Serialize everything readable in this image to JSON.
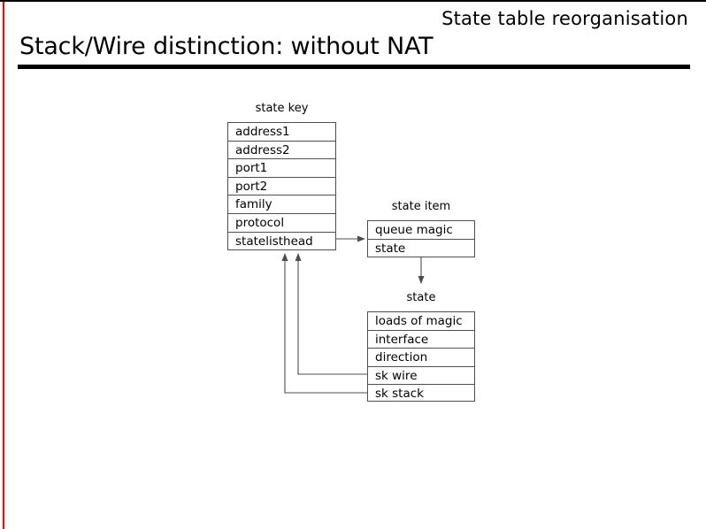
{
  "slide": {
    "kicker": "State table reorganisation",
    "title": "Stack/Wire distinction: without NAT",
    "accent_color": "#ff0000",
    "rule_color": "#000000",
    "background": "#ffffff"
  },
  "diagram": {
    "line_color": "#4d4d4d",
    "boxes": [
      {
        "id": "state-key",
        "label": "state key",
        "rows": [
          "address1",
          "address2",
          "port1",
          "port2",
          "family",
          "protocol",
          "statelisthead"
        ]
      },
      {
        "id": "state-item",
        "label": "state item",
        "rows": [
          "queue magic",
          "state"
        ]
      },
      {
        "id": "state",
        "label": "state",
        "rows": [
          "loads of magic",
          "interface",
          "direction",
          "sk wire",
          "sk stack"
        ]
      }
    ],
    "connectors": [
      {
        "from": "state-key.statelisthead",
        "to": "state-item",
        "direction": "right"
      },
      {
        "from": "state-item",
        "to": "state",
        "direction": "down"
      },
      {
        "from": "state.sk wire",
        "to": "state-key",
        "direction": "up-left"
      },
      {
        "from": "state.sk stack",
        "to": "state-key",
        "direction": "up-left"
      }
    ]
  }
}
